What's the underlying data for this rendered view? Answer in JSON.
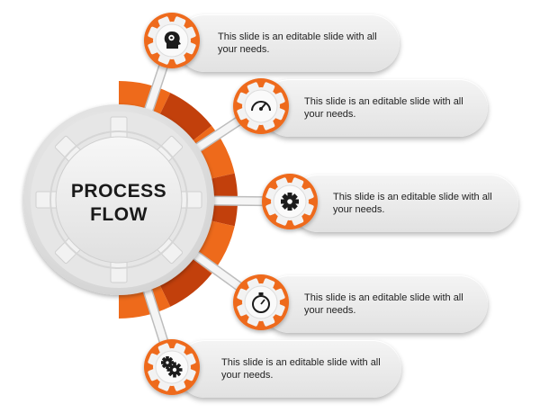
{
  "center": {
    "line1": "PROCESS",
    "line2": "FLOW"
  },
  "colors": {
    "accent": "#ee6a1b",
    "accent_dark": "#c2400c",
    "pill": "#e8e8e8"
  },
  "steps": [
    {
      "icon": "head-gear-icon",
      "text": "This slide is an editable slide with all your needs."
    },
    {
      "icon": "speedometer-icon",
      "text": "This slide is an editable slide with all your needs."
    },
    {
      "icon": "gear-icon",
      "text": "This slide is an editable slide with all your needs."
    },
    {
      "icon": "stopwatch-icon",
      "text": "This slide is an editable slide with all your needs."
    },
    {
      "icon": "double-gear-icon",
      "text": "This slide is an editable slide with all your needs."
    }
  ]
}
